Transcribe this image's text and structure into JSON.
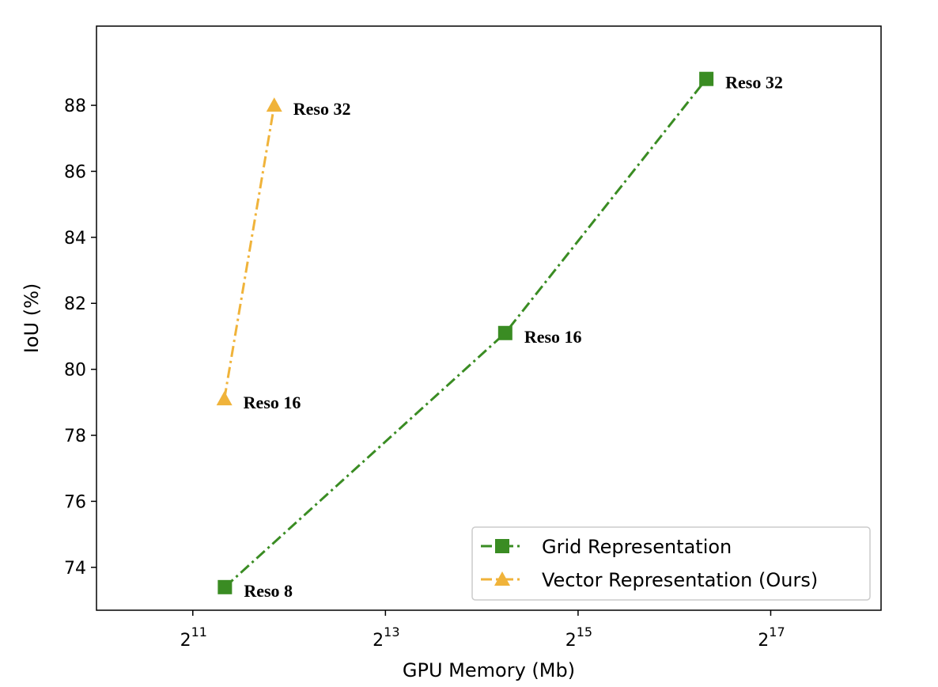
{
  "chart_data": {
    "type": "line",
    "title": "",
    "xlabel": "GPU Memory (Mb)",
    "ylabel": "IoU (%)",
    "x_scale": "log2",
    "xlim": [
      1024,
      290000
    ],
    "ylim": [
      72.7,
      90.4
    ],
    "x_ticks": [
      {
        "base": "2",
        "exp": "11",
        "value": 2048
      },
      {
        "base": "2",
        "exp": "13",
        "value": 8192
      },
      {
        "base": "2",
        "exp": "15",
        "value": 32768
      },
      {
        "base": "2",
        "exp": "17",
        "value": 131072
      }
    ],
    "y_ticks": [
      "74",
      "76",
      "78",
      "80",
      "82",
      "84",
      "86",
      "88"
    ],
    "grid": false,
    "legend_position": "lower-right",
    "series": [
      {
        "name": "Grid Representation",
        "color": "#3a8c23",
        "marker": "square",
        "linestyle": "dash-dot",
        "points": [
          {
            "x": 2580,
            "y": 73.4,
            "label": "Reso 8"
          },
          {
            "x": 19400,
            "y": 81.1,
            "label": "Reso 16"
          },
          {
            "x": 82500,
            "y": 88.8,
            "label": "Reso 32"
          }
        ]
      },
      {
        "name": "Vector Representation (Ours)",
        "color": "#f0b33a",
        "marker": "triangle",
        "linestyle": "dash-dot",
        "points": [
          {
            "x": 2570,
            "y": 79.1,
            "label": "Reso 16"
          },
          {
            "x": 3680,
            "y": 88.0,
            "label": "Reso 32"
          }
        ]
      }
    ]
  }
}
